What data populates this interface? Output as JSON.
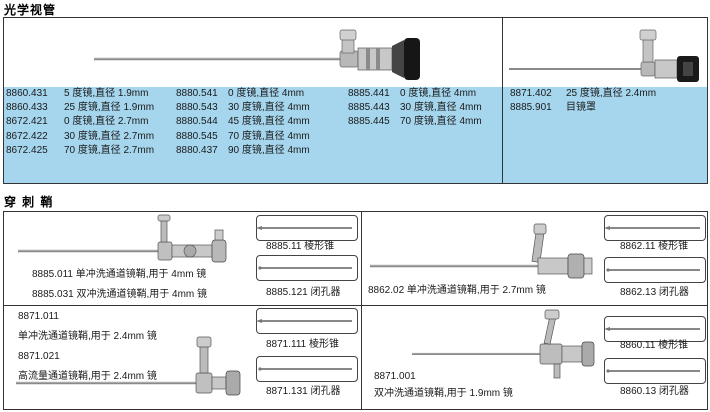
{
  "section1": {
    "title": "光学视管",
    "list_col1": [
      {
        "code": "8860.431",
        "desc": "5 度镜,直径 1.9mm"
      },
      {
        "code": "8860.433",
        "desc": "25 度镜,直径 1.9mm"
      },
      {
        "code": "8672.421",
        "desc": "0 度镜,直径 2.7mm"
      },
      {
        "code": "8672.422",
        "desc": "30 度镜,直径 2.7mm"
      },
      {
        "code": "8672.425",
        "desc": "70 度镜,直径 2.7mm"
      }
    ],
    "list_col2": [
      {
        "code": "8880.541",
        "desc": "0 度镜,直径 4mm"
      },
      {
        "code": "8880.543",
        "desc": "30 度镜,直径 4mm"
      },
      {
        "code": "8880.544",
        "desc": "45 度镜,直径 4mm"
      },
      {
        "code": "8880.545",
        "desc": "70 度镜,直径 4mm"
      },
      {
        "code": "8880.437",
        "desc": "90 度镜,直径 4mm"
      }
    ],
    "list_col3": [
      {
        "code": "8885.441",
        "desc": "0 度镜,直径 4mm"
      },
      {
        "code": "8885.443",
        "desc": "30 度镜,直径 4mm"
      },
      {
        "code": "8885.445",
        "desc": "70 度镜,直径 4mm"
      }
    ],
    "list_col4": [
      {
        "code": "8871.402",
        "desc": "25 度镜,直径 2.4mm"
      },
      {
        "code": "8885.901",
        "desc": "目镜罩"
      }
    ]
  },
  "section2": {
    "title": "穿 刺 鞘",
    "panel_a": {
      "line1": "8885.011  单冲洗通道镜鞘,用于 4mm 镜",
      "line2": "8885.031  双冲洗通道镜鞘,用于 4mm 镜",
      "obt1": "8885.11  棱形锥",
      "obt2": "8885.121  闭孔器"
    },
    "panel_b": {
      "line1": "8862.02  单冲洗通道镜鞘,用于 2.7mm 镜",
      "obt1": "8862.11  棱形锥",
      "obt2": "8862.13  闭孔器"
    },
    "panel_c": {
      "line1": "8871.011",
      "line2": "单冲洗通道镜鞘,用于 2.4mm 镜",
      "line3": "8871.021",
      "line4": "高流量通道镜鞘,用于 2.4mm 镜",
      "obt1": "8871.111  棱形锥",
      "obt2": "8871.131  闭孔器"
    },
    "panel_d": {
      "line1": "8871.001",
      "line2": "双冲洗通道镜鞘,用于 1.9mm 镜",
      "obt1": "8860.11  棱形锥",
      "obt2": "8860.13  闭孔器"
    }
  }
}
